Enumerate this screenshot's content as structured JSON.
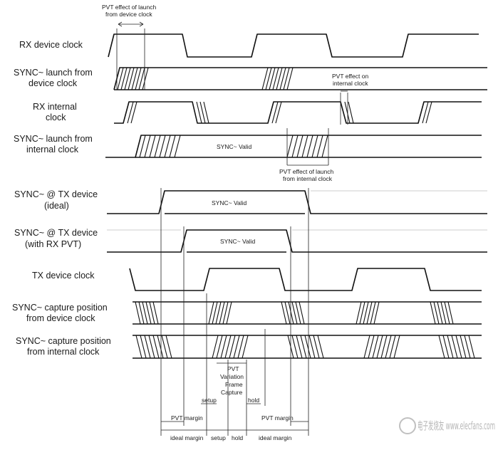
{
  "signals": {
    "rx_device_clock": "RX device clock",
    "sync_launch_device_1": "SYNC~ launch from",
    "sync_launch_device_2": "device clock",
    "rx_internal_clock_1": "RX internal",
    "rx_internal_clock_2": "clock",
    "sync_launch_internal_1": "SYNC~ launch from",
    "sync_launch_internal_2": "internal clock",
    "sync_tx_ideal_1": "SYNC~ @ TX device",
    "sync_tx_ideal_2": "(ideal)",
    "sync_tx_rxpvt_1": "SYNC~ @ TX device",
    "sync_tx_rxpvt_2": "(with RX PVT)",
    "tx_device_clock": "TX device clock",
    "capture_device_1": "SYNC~ capture position",
    "capture_device_2": "from device clock",
    "capture_internal_1": "SYNC~ capture position",
    "capture_internal_2": "from internal clock"
  },
  "annotations": {
    "pvt_launch_device_1": "PVT effect of launch",
    "pvt_launch_device_2": "from device clock",
    "pvt_internal_1": "PVT effect on",
    "pvt_internal_2": "internal clock",
    "sync_valid": "SYNC~ Valid",
    "pvt_launch_internal_1": "PVT effect of launch",
    "pvt_launch_internal_2": "from internal clock",
    "pvt_variation_1": "PVT",
    "pvt_variation_2": "Variation",
    "pvt_variation_3": "Frame",
    "pvt_variation_4": "Capture",
    "setup": "setup",
    "hold": "hold",
    "pvt_margin": "PVT margin",
    "ideal_margin": "ideal margin"
  },
  "watermark": {
    "text": "电子发烧友 www.elecfans.com"
  }
}
